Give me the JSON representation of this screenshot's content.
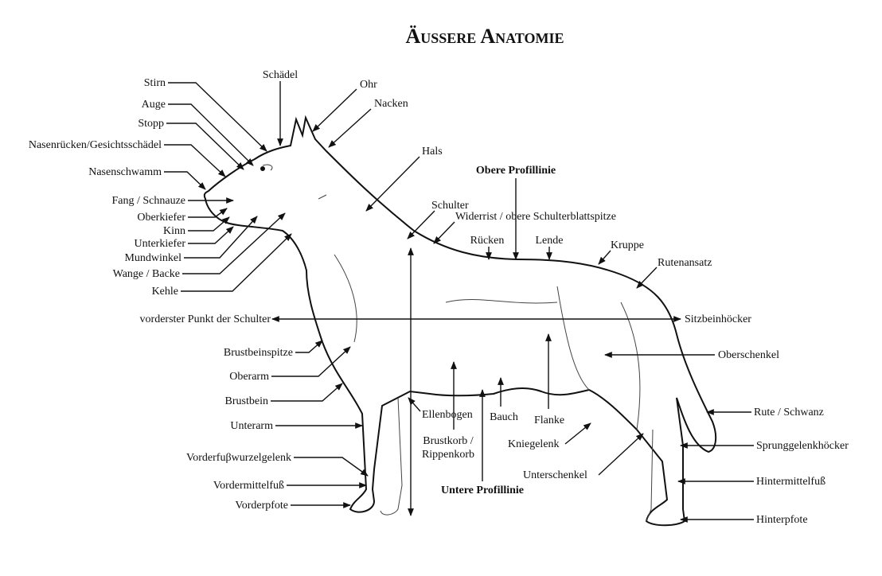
{
  "title": "Äußere Anatomie",
  "labels": {
    "stirn": "Stirn",
    "auge": "Auge",
    "stopp": "Stopp",
    "nasenruecken": "Nasenrücken/Gesichtsschädel",
    "nasenschwamm": "Nasenschwamm",
    "fang": "Fang / Schnauze",
    "oberkiefer": "Oberkiefer",
    "kinn": "Kinn",
    "unterkiefer": "Unterkiefer",
    "mundwinkel": "Mundwinkel",
    "wange": "Wange / Backe",
    "kehle": "Kehle",
    "schaedel": "Schädel",
    "ohr": "Ohr",
    "nacken": "Nacken",
    "hals": "Hals",
    "obere_profillinie": "Obere Profillinie",
    "schulter": "Schulter",
    "widerrist": "Widerrist / obere Schulterblattspitze",
    "ruecken": "Rücken",
    "lende": "Lende",
    "kruppe": "Kruppe",
    "rutenansatz": "Rutenansatz",
    "vorderster_punkt": "vorderster Punkt der Schulter",
    "sitzbeinhoecker": "Sitzbeinhöcker",
    "brustbeinspitze": "Brustbeinspitze",
    "oberschenkel": "Oberschenkel",
    "oberarm": "Oberarm",
    "brustbein": "Brustbein",
    "ellenbogen": "Ellenbogen",
    "bauch": "Bauch",
    "flanke": "Flanke",
    "rute": "Rute / Schwanz",
    "unterarm": "Unterarm",
    "brustkorb_1": "Brustkorb /",
    "brustkorb_2": "Rippenkorb",
    "kniegelenk": "Kniegelenk",
    "sprunggelenk": "Sprunggelenkhöcker",
    "vorderfusswurzel": "Vorderfuβwurzelgelenk",
    "unterschenkel": "Unterschenkel",
    "hintermittelfuss": "Hintermittelfuß",
    "vordermittelfuss": "Vordermittelfuß",
    "untere_profillinie": "Untere Profillinie",
    "vorderpfote": "Vorderpfote",
    "hinterpfote": "Hinterpfote"
  }
}
